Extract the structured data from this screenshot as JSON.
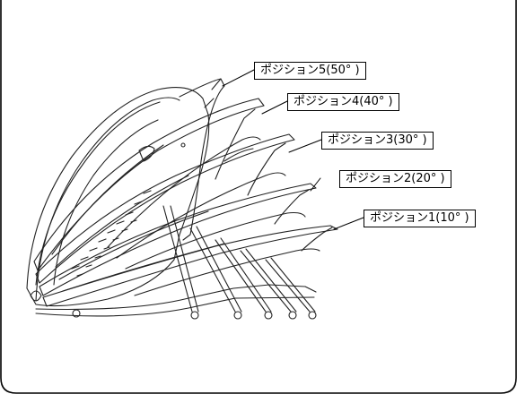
{
  "labels": {
    "p5": "ポジション5(50° )",
    "p4": "ポジション4(40° )",
    "p3": "ポジション3(30° )",
    "p2": "ポジション2(20° )",
    "p1": "ポジション1(10° )"
  }
}
